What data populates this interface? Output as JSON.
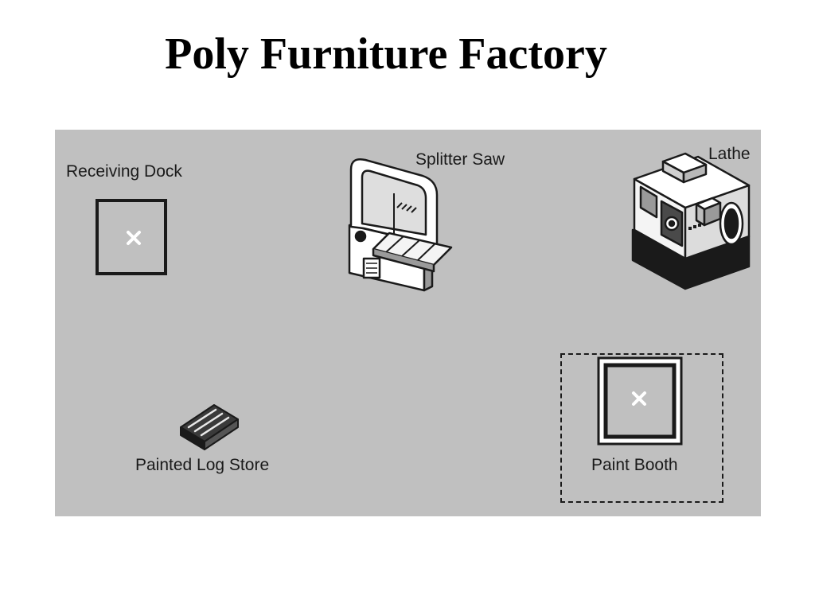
{
  "page": {
    "title": "Poly Furniture Factory"
  },
  "stations": {
    "receiving_dock": {
      "label": "Receiving Dock",
      "icon": "dock-marker-icon"
    },
    "splitter_saw": {
      "label": "Splitter Saw",
      "icon": "band-saw-icon"
    },
    "lathe": {
      "label": "Lathe",
      "icon": "lathe-machine-icon"
    },
    "painted_log_store": {
      "label": "Painted Log Store",
      "icon": "pallet-icon"
    },
    "paint_booth": {
      "label": "Paint Booth",
      "icon": "paint-booth-marker-icon",
      "selected": true
    }
  },
  "colors": {
    "canvas": "#c0c0c0",
    "outline": "#1a1a1a",
    "marker_x": "#ffffff"
  }
}
